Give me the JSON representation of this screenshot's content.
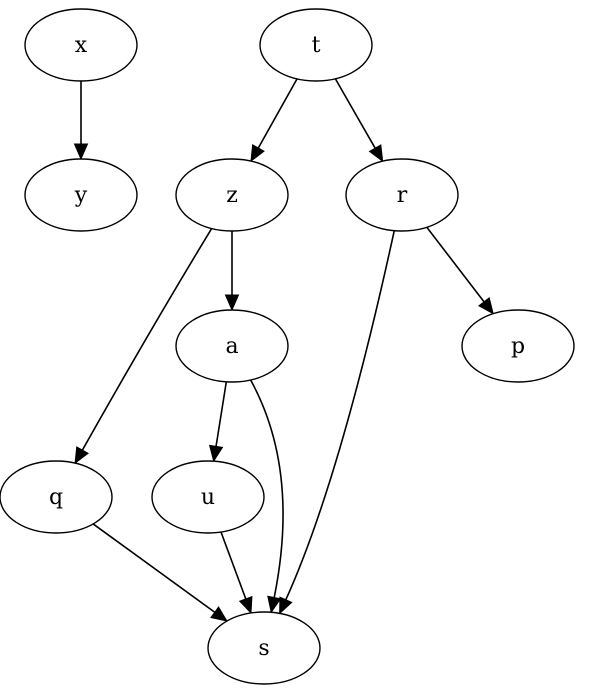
{
  "graph": {
    "type": "directed-graph",
    "nodes": [
      {
        "id": "x",
        "label": "x"
      },
      {
        "id": "y",
        "label": "y"
      },
      {
        "id": "t",
        "label": "t"
      },
      {
        "id": "z",
        "label": "z"
      },
      {
        "id": "r",
        "label": "r"
      },
      {
        "id": "a",
        "label": "a"
      },
      {
        "id": "p",
        "label": "p"
      },
      {
        "id": "q",
        "label": "q"
      },
      {
        "id": "u",
        "label": "u"
      },
      {
        "id": "s",
        "label": "s"
      }
    ],
    "edges": [
      {
        "from": "x",
        "to": "y"
      },
      {
        "from": "t",
        "to": "z"
      },
      {
        "from": "t",
        "to": "r"
      },
      {
        "from": "z",
        "to": "a"
      },
      {
        "from": "z",
        "to": "q"
      },
      {
        "from": "r",
        "to": "p"
      },
      {
        "from": "r",
        "to": "s"
      },
      {
        "from": "a",
        "to": "u"
      },
      {
        "from": "a",
        "to": "s"
      },
      {
        "from": "q",
        "to": "s"
      },
      {
        "from": "u",
        "to": "s"
      }
    ]
  }
}
